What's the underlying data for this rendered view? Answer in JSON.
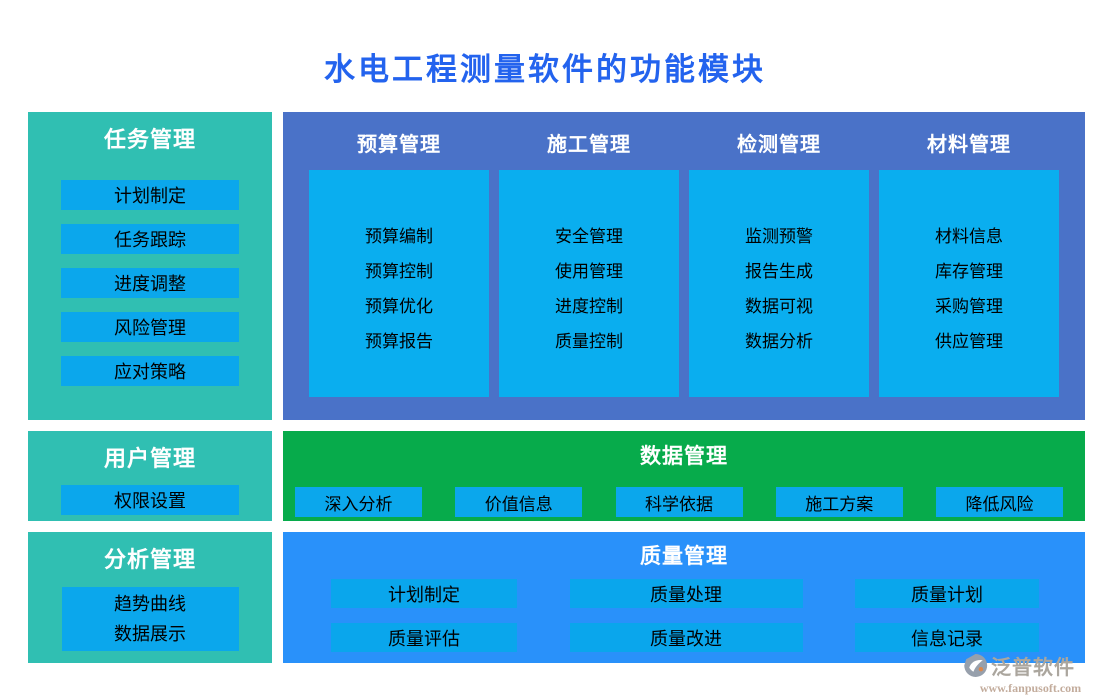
{
  "page_title": "水电工程测量软件的功能模块",
  "colors": {
    "title_blue": "#2363EE",
    "teal": "#30BFB2",
    "matrix_panel_blue": "#4A72C8",
    "card_cyan": "#0AAEEF",
    "chip_cyan": "#0BA7EC",
    "green": "#07AB4B",
    "azure": "#2991FA",
    "chip_text": "#000000",
    "header_text": "#FFFFFF"
  },
  "left_panels": {
    "task": {
      "title": "任务管理",
      "buttons": [
        "计划制定",
        "任务跟踪",
        "进度调整",
        "风险管理",
        "应对策略"
      ]
    },
    "user": {
      "title": "用户管理",
      "buttons": [
        "权限设置"
      ]
    },
    "analysis": {
      "title": "分析管理",
      "button_lines": [
        "趋势曲线",
        "数据展示"
      ]
    }
  },
  "matrix": {
    "columns": [
      {
        "header": "预算管理",
        "items": [
          "预算编制",
          "预算控制",
          "预算优化",
          "预算报告"
        ]
      },
      {
        "header": "施工管理",
        "items": [
          "安全管理",
          "使用管理",
          "进度控制",
          "质量控制"
        ]
      },
      {
        "header": "检测管理",
        "items": [
          "监测预警",
          "报告生成",
          "数据可视",
          "数据分析"
        ]
      },
      {
        "header": "材料管理",
        "items": [
          "材料信息",
          "库存管理",
          "采购管理",
          "供应管理"
        ]
      }
    ]
  },
  "data_panel": {
    "title": "数据管理",
    "buttons": [
      "深入分析",
      "价值信息",
      "科学依据",
      "施工方案",
      "降低风险"
    ]
  },
  "quality_panel": {
    "title": "质量管理",
    "rows": [
      [
        "计划制定",
        "质量处理",
        "质量计划"
      ],
      [
        "质量评估",
        "质量改进",
        "信息记录"
      ]
    ]
  },
  "footer": {
    "brand": "泛普软件",
    "url": "www.fanpusoft.com"
  }
}
